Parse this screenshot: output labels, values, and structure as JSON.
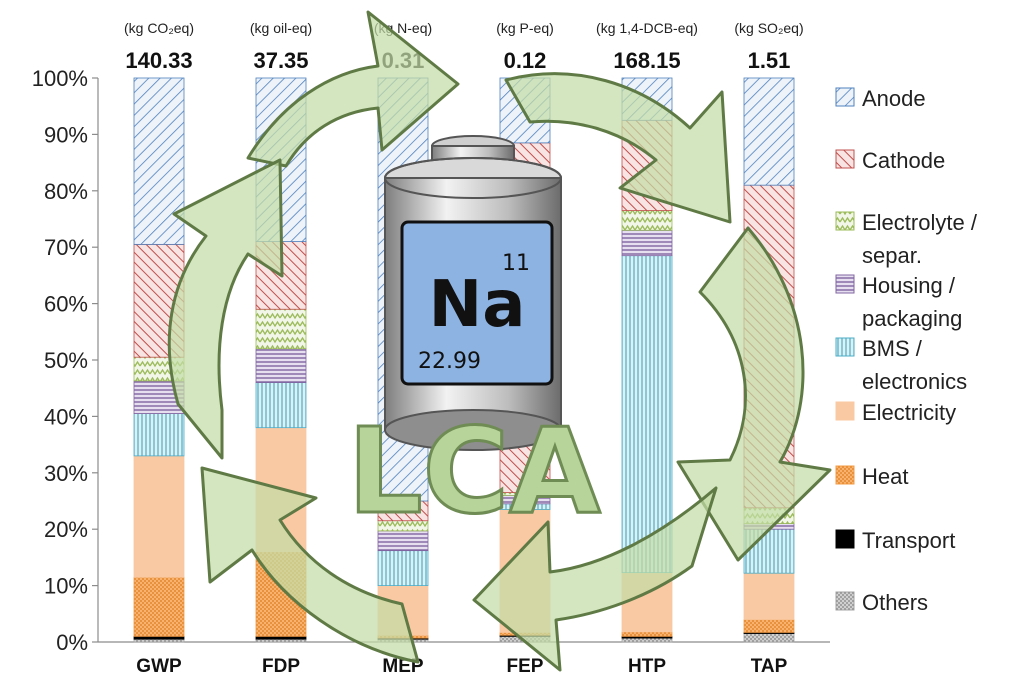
{
  "chart_data": {
    "type": "bar",
    "stacked": true,
    "categories": [
      "GWP",
      "FDP",
      "MEP",
      "FEP",
      "HTP",
      "TAP"
    ],
    "units": [
      "(kg CO₂eq)",
      "(kg oil-eq)",
      "(kg N-eq)",
      "(kg P-eq)",
      "(kg 1,4-DCB-eq)",
      "(kg SO₂eq)"
    ],
    "totals": [
      "140.33",
      "37.35",
      "0.31",
      "0.12",
      "168.15",
      "1.51"
    ],
    "ylim": [
      0,
      100
    ],
    "yticks": [
      "0%",
      "10%",
      "20%",
      "30%",
      "40%",
      "50%",
      "60%",
      "70%",
      "80%",
      "90%",
      "100%"
    ],
    "grid": false,
    "legend_position": "right",
    "series": [
      {
        "name": "Others",
        "values": [
          0.5,
          0.5,
          0.5,
          1.0,
          0.7,
          1.5
        ],
        "color": "#a6a6a6",
        "pattern": "dots"
      },
      {
        "name": "Transport",
        "values": [
          0.5,
          0.5,
          0.2,
          0.2,
          0.3,
          0.2
        ],
        "color": "#000000",
        "pattern": "solid"
      },
      {
        "name": "Heat",
        "values": [
          10.5,
          15.0,
          0.5,
          0.5,
          0.8,
          2.3
        ],
        "color": "#f39c46",
        "pattern": "dots"
      },
      {
        "name": "Electricity",
        "values": [
          21.5,
          22.0,
          8.8,
          21.8,
          10.5,
          8.2
        ],
        "color": "#f9c9a3",
        "pattern": "solid"
      },
      {
        "name": "BMS / electronics",
        "values": [
          7.5,
          8.0,
          6.2,
          1.0,
          56.2,
          7.8
        ],
        "color": "#4bacc6",
        "pattern": "vlines"
      },
      {
        "name": "Housing / packaging",
        "values": [
          5.8,
          6.0,
          3.5,
          1.5,
          4.5,
          1.0
        ],
        "color": "#8064a2",
        "pattern": "hlines"
      },
      {
        "name": "Electrolyte / separ.",
        "values": [
          4.2,
          7.0,
          1.8,
          0.5,
          3.5,
          2.8
        ],
        "color": "#9bbb59",
        "pattern": "zigzag"
      },
      {
        "name": "Cathode",
        "values": [
          20.0,
          12.0,
          3.5,
          62.0,
          16.0,
          57.2
        ],
        "color": "#c0504d",
        "pattern": "diag"
      },
      {
        "name": "Anode",
        "values": [
          29.5,
          29.0,
          75.0,
          11.5,
          7.5,
          19.0
        ],
        "color": "#4f81bd",
        "pattern": "diag2"
      }
    ],
    "legend": [
      "Anode",
      "Cathode",
      "Electrolyte /",
      "separ.",
      "Housing /",
      "packaging",
      "BMS /",
      "electronics",
      "Electricity",
      "Heat",
      "Transport",
      "Others"
    ]
  },
  "overlay": {
    "element_symbol": "Na",
    "atomic_number": "11",
    "atomic_mass": "22.99",
    "text": "LCA",
    "battery_fill": "#8db3e2",
    "arrow_fill": "#c3dca6",
    "arrow_stroke": "#5f7a45"
  }
}
